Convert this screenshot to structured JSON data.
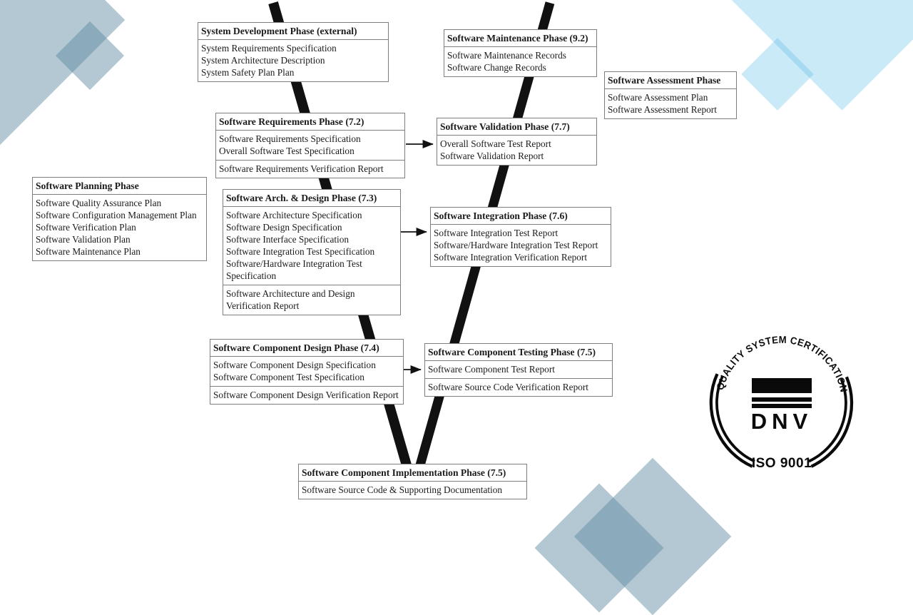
{
  "colors": {
    "shape_blue_gray": "#608ba4",
    "shape_cyan": "#40b2e2",
    "line_black": "#111111",
    "box_border_gray": "#7e7e7e"
  },
  "diagram": {
    "boxes": [
      {
        "name": "system-development",
        "title": "System Development Phase (external)",
        "sections": [
          {
            "items": [
              "System Requirements Specification",
              "System Architecture Description",
              "System Safety Plan Plan"
            ]
          }
        ]
      },
      {
        "name": "software-maintenance",
        "title": "Software Maintenance Phase (9.2)",
        "sections": [
          {
            "items": [
              "Software Maintenance Records",
              "Software Change Records"
            ]
          }
        ]
      },
      {
        "name": "software-assessment",
        "title": "Software Assessment Phase",
        "sections": [
          {
            "items": [
              "Software Assessment Plan",
              "Software Assessment Report"
            ]
          }
        ]
      },
      {
        "name": "software-requirements",
        "title": "Software Requirements Phase (7.2)",
        "sections": [
          {
            "items": [
              "Software Requirements Specification",
              "Overall Software Test Specification"
            ]
          },
          {
            "items": [
              "Software Requirements Verification Report"
            ]
          }
        ]
      },
      {
        "name": "software-validation",
        "title": "Software Validation Phase (7.7)",
        "sections": [
          {
            "items": [
              "Overall Software Test Report",
              "Software Validation Report"
            ]
          }
        ]
      },
      {
        "name": "software-planning",
        "title": "Software Planning Phase",
        "sections": [
          {
            "items": [
              "Software Quality Assurance Plan",
              "Software Configuration Management Plan",
              "Software Verification Plan",
              "Software Validation Plan",
              "Software Maintenance Plan"
            ]
          }
        ]
      },
      {
        "name": "software-arch-design",
        "title": "Software Arch. & Design Phase (7.3)",
        "sections": [
          {
            "items": [
              "Software Architecture Specification",
              "Software Design Specification",
              "Software Interface Specification",
              "Software Integration Test Specification",
              "Software/Hardware Integration Test Specification"
            ]
          },
          {
            "items": [
              "Software Architecture and  Design Verification Report"
            ]
          }
        ]
      },
      {
        "name": "software-integration",
        "title": "Software Integration Phase (7.6)",
        "sections": [
          {
            "items": [
              "Software Integration Test Report",
              "Software/Hardware Integration Test Report",
              "Software Integration Verification  Report"
            ]
          }
        ]
      },
      {
        "name": "software-component-design",
        "title": "Software Component Design Phase (7.4)",
        "sections": [
          {
            "items": [
              "Software Component Design Specification",
              "Software Component Test Specification"
            ]
          },
          {
            "items": [
              "Software Component  Design Verification Report"
            ]
          }
        ]
      },
      {
        "name": "software-component-testing",
        "title": "Software Component Testing Phase (7.5)",
        "sections": [
          {
            "items": [
              "Software Component Test Report"
            ]
          },
          {
            "items": [
              "Software Source Code Verification Report"
            ]
          }
        ]
      },
      {
        "name": "software-component-implementation",
        "title": "Software Component Implementation Phase (7.5)",
        "sections": [
          {
            "items": [
              "Software Source Code & Supporting Documentation"
            ]
          }
        ]
      }
    ]
  },
  "badge": {
    "arc_text": "QUALITY SYSTEM CERTIFICATION",
    "brand": "DNV",
    "standard": "ISO 9001"
  }
}
